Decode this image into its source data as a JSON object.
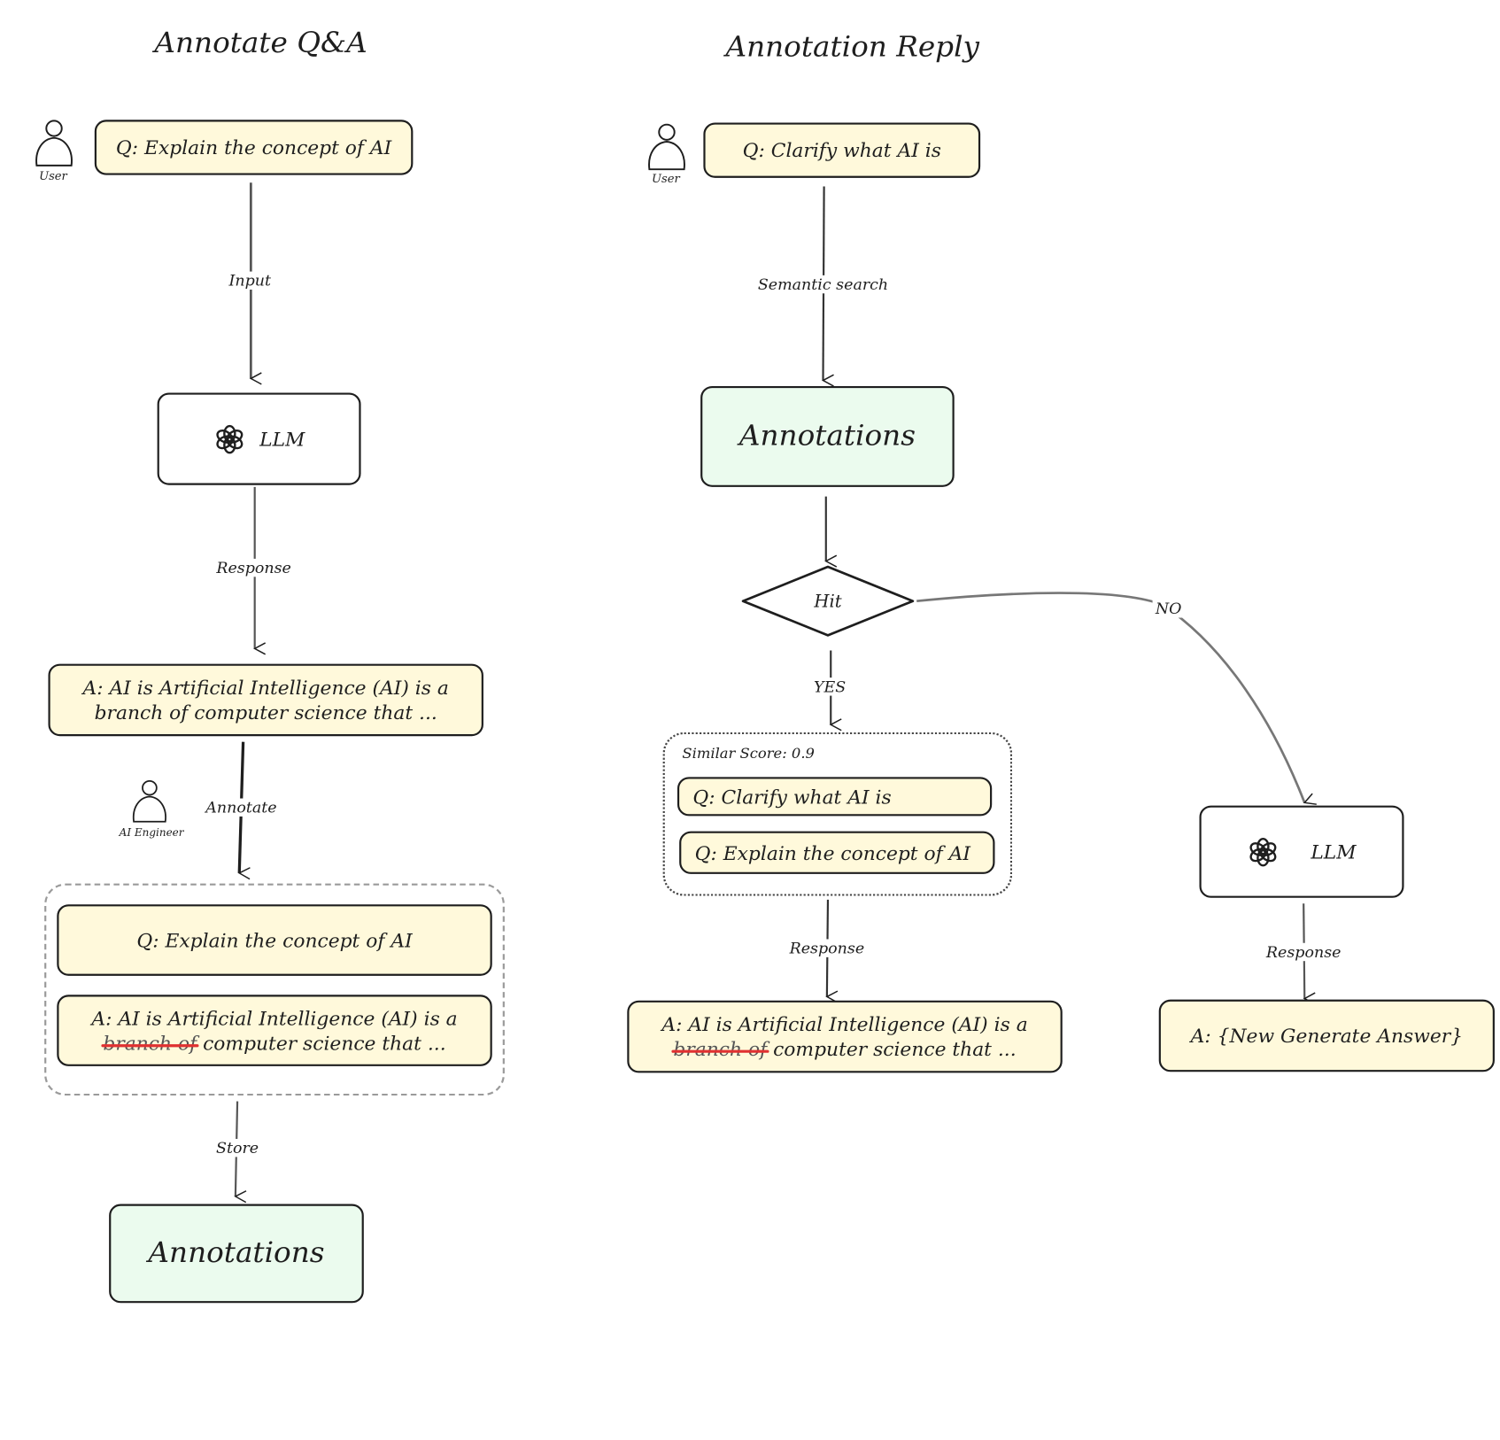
{
  "titles": {
    "left": "Annotate Q&A",
    "right": "Annotation Reply"
  },
  "left_flow": {
    "user_label": "User",
    "question": "Q: Explain the concept of AI",
    "edge_input": "Input",
    "llm_label": "LLM",
    "edge_response": "Response",
    "answer_line1": "A: AI is Artificial Intelligence (AI) is a",
    "answer_line2": "branch of computer science that ...",
    "engineer_label": "AI Engineer",
    "edge_annotate": "Annotate",
    "annotated_question": "Q: Explain the concept of AI",
    "annotated_answer_line1": "A: AI is Artificial Intelligence (AI) is a",
    "annotated_answer_struck": "branch of",
    "annotated_answer_rest": "computer science that ...",
    "edge_store": "Store",
    "store_label": "Annotations"
  },
  "right_flow": {
    "user_label": "User",
    "question": "Q: Clarify what AI is",
    "edge_search": "Semantic search",
    "annotations_label": "Annotations",
    "decision_label": "Hit",
    "edge_yes": "YES",
    "edge_no": "NO",
    "similar_score": "Similar Score: 0.9",
    "match_question_1": "Q: Clarify what AI is",
    "match_question_2": "Q: Explain the concept of AI",
    "edge_response_hit": "Response",
    "hit_answer_line1": "A: AI is Artificial Intelligence (AI) is a",
    "hit_answer_struck": "branch of",
    "hit_answer_rest": "computer science that ...",
    "llm_label": "LLM",
    "edge_response_miss": "Response",
    "new_answer": "A: {New Generate Answer}"
  },
  "colors": {
    "note_yellow": "#fff9db",
    "annotation_green": "#ebfbee",
    "strike_red": "#e03131",
    "stroke": "#1e1e1e"
  },
  "icons": [
    "person-icon",
    "openai-logo-icon"
  ]
}
